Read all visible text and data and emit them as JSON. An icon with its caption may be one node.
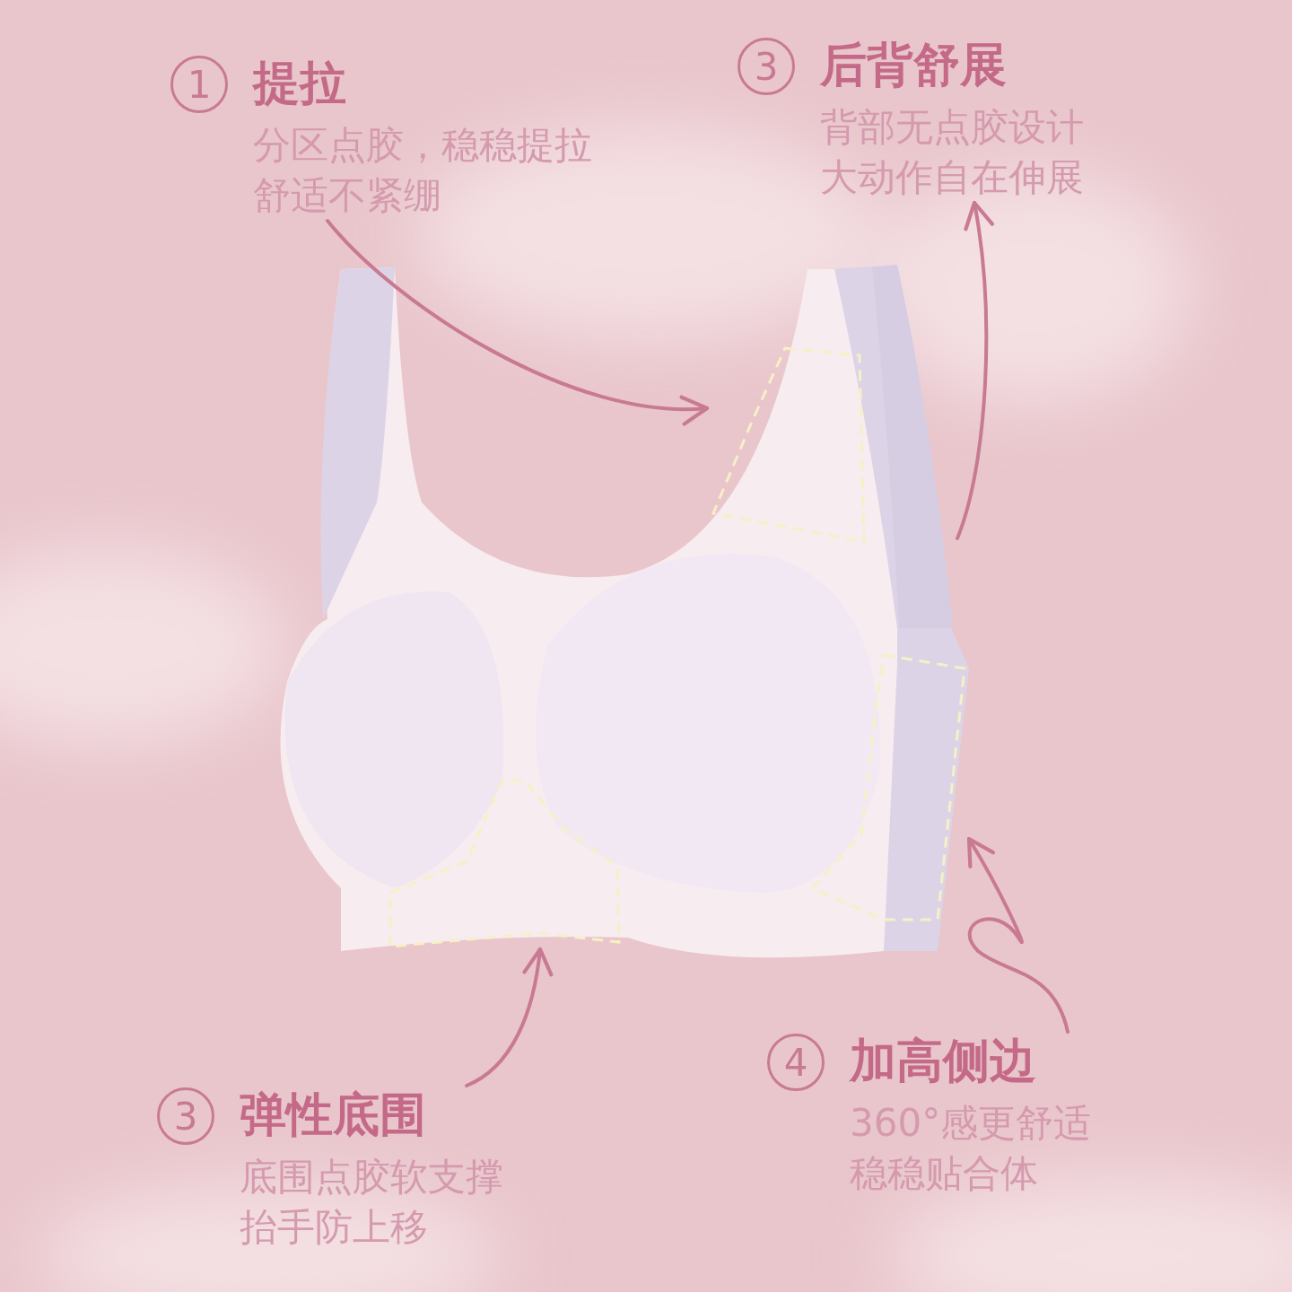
{
  "diagram": {
    "nodes": [
      {
        "text": [
          "1",
          "提拉",
          "分区点胶，稳稳提拉舒适不紧绷"
        ]
      },
      {
        "text": [
          "3",
          "后背舒展",
          "背部无点胶设计大动作自在伸展"
        ]
      },
      {
        "text": [
          "3",
          "弹性底围",
          "底围点胶软支撑抬手防上移"
        ]
      },
      {
        "text": [
          "4",
          "加高侧边",
          "360°感更舒适稳稳贴合体"
        ]
      },
      {
        "text": [],
        "shape": "picture"
      },
      {
        "text": [],
        "shape": "picture"
      },
      {
        "text": [],
        "shape": "picture"
      },
      {
        "text": [],
        "shape": "picture"
      }
    ],
    "edges": [
      {
        "from": 0,
        "to": 4,
        "arrow": "to"
      },
      {
        "from": 5,
        "to": 1,
        "arrow": "to"
      },
      {
        "from": 2,
        "to": 7,
        "arrow": "to"
      },
      {
        "from": 3,
        "to": 6,
        "arrow": "to"
      }
    ]
  }
}
